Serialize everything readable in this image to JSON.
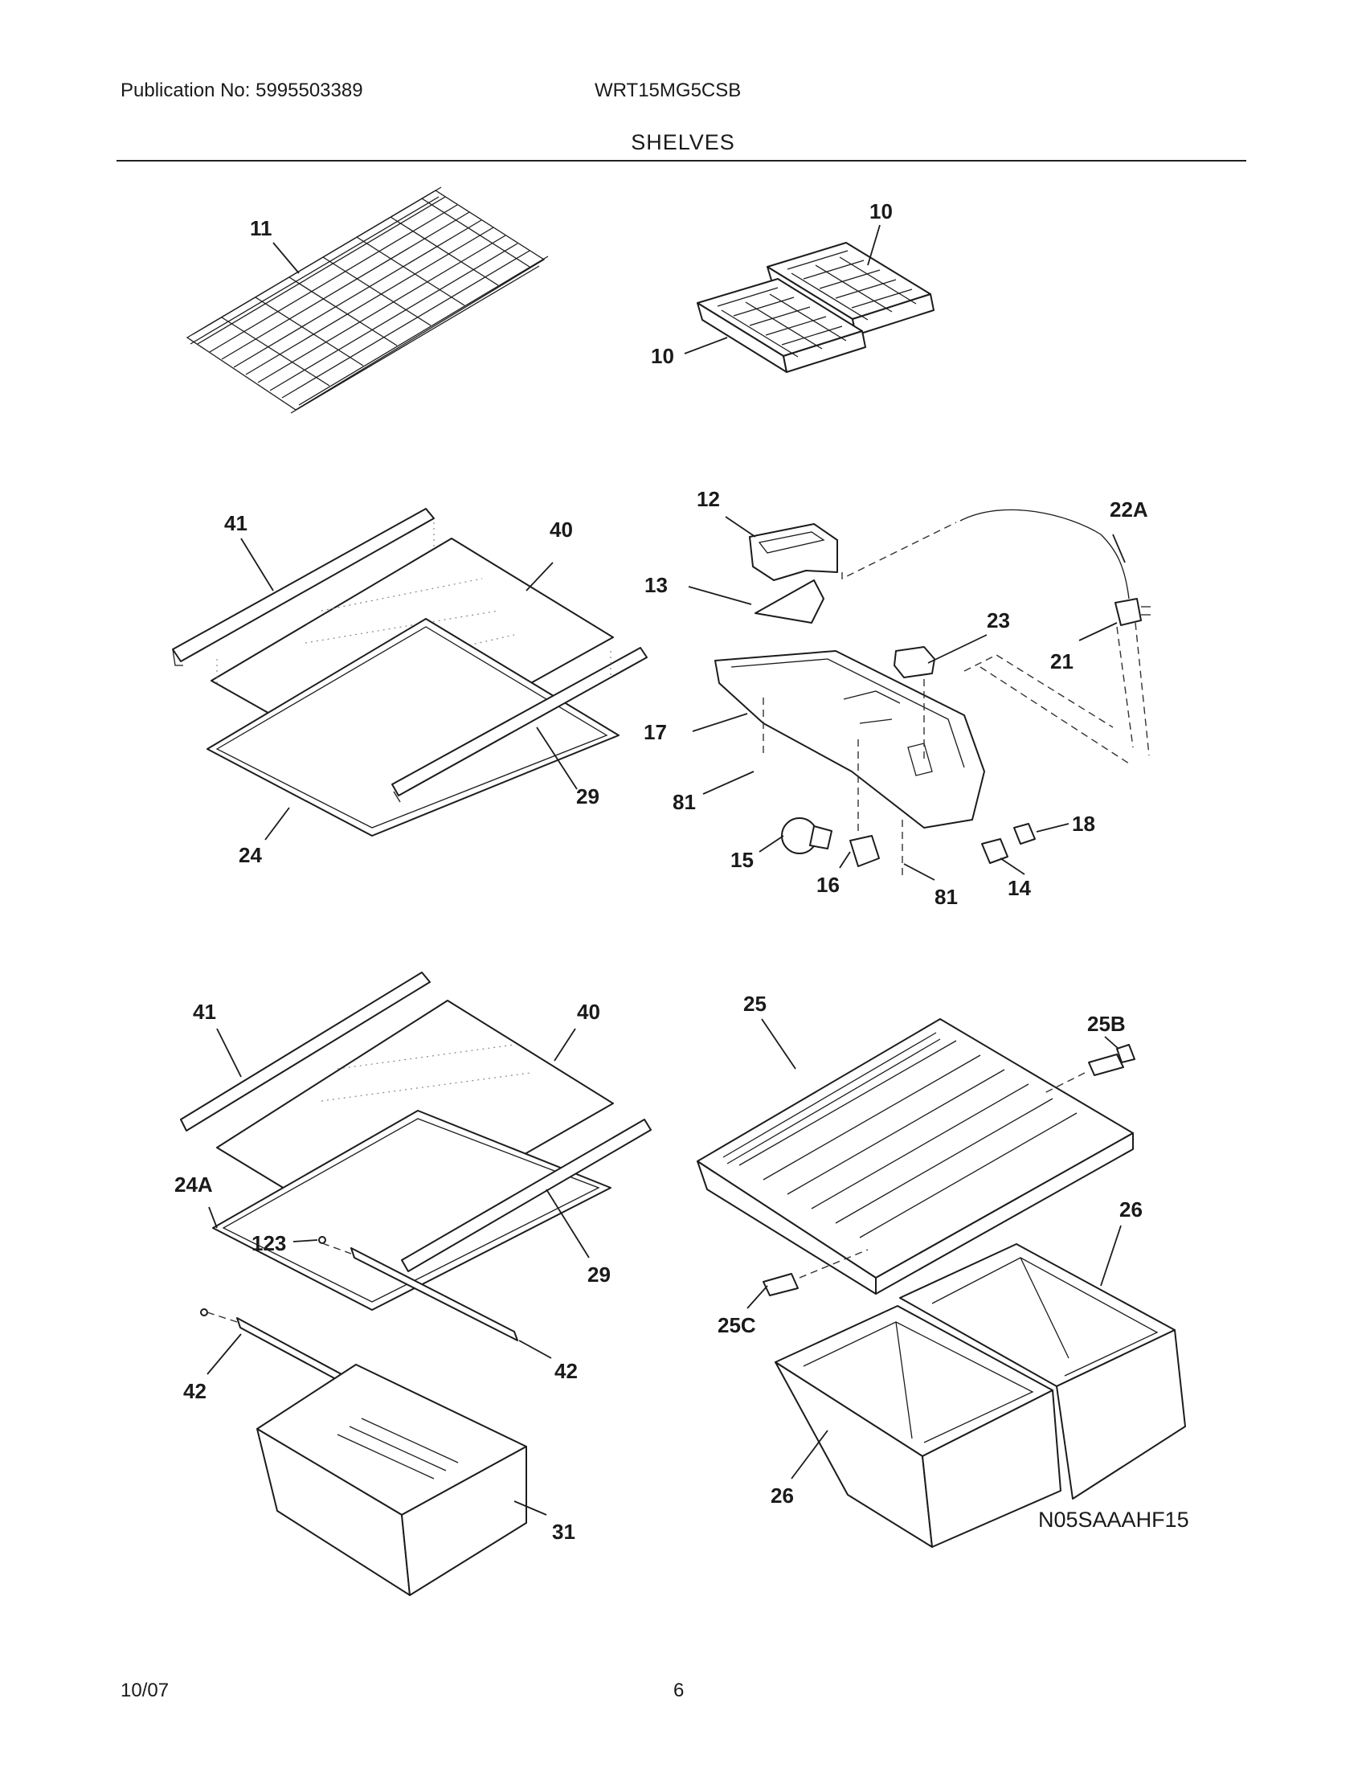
{
  "header": {
    "publication": "Publication No: 5995503389",
    "model": "WRT15MG5CSB",
    "section_title": "SHELVES"
  },
  "footer": {
    "date": "10/07",
    "page": "6"
  },
  "diagram": {
    "code": "N05SAAAHF15",
    "labels": [
      {
        "id": "lbl-11",
        "text": "11"
      },
      {
        "id": "lbl-10a",
        "text": "10"
      },
      {
        "id": "lbl-10b",
        "text": "10"
      },
      {
        "id": "lbl-41a",
        "text": "41"
      },
      {
        "id": "lbl-40a",
        "text": "40"
      },
      {
        "id": "lbl-29a",
        "text": "29"
      },
      {
        "id": "lbl-24",
        "text": "24"
      },
      {
        "id": "lbl-12",
        "text": "12"
      },
      {
        "id": "lbl-13",
        "text": "13"
      },
      {
        "id": "lbl-22a",
        "text": "22A"
      },
      {
        "id": "lbl-23",
        "text": "23"
      },
      {
        "id": "lbl-21",
        "text": "21"
      },
      {
        "id": "lbl-17",
        "text": "17"
      },
      {
        "id": "lbl-81a",
        "text": "81"
      },
      {
        "id": "lbl-18",
        "text": "18"
      },
      {
        "id": "lbl-15",
        "text": "15"
      },
      {
        "id": "lbl-16",
        "text": "16"
      },
      {
        "id": "lbl-81b",
        "text": "81"
      },
      {
        "id": "lbl-14",
        "text": "14"
      },
      {
        "id": "lbl-41b",
        "text": "41"
      },
      {
        "id": "lbl-40b",
        "text": "40"
      },
      {
        "id": "lbl-24a",
        "text": "24A"
      },
      {
        "id": "lbl-123",
        "text": "123"
      },
      {
        "id": "lbl-29b",
        "text": "29"
      },
      {
        "id": "lbl-42a",
        "text": "42"
      },
      {
        "id": "lbl-42b",
        "text": "42"
      },
      {
        "id": "lbl-31",
        "text": "31"
      },
      {
        "id": "lbl-25",
        "text": "25"
      },
      {
        "id": "lbl-25b",
        "text": "25B"
      },
      {
        "id": "lbl-26a",
        "text": "26"
      },
      {
        "id": "lbl-25c",
        "text": "25C"
      },
      {
        "id": "lbl-26b",
        "text": "26"
      }
    ]
  }
}
